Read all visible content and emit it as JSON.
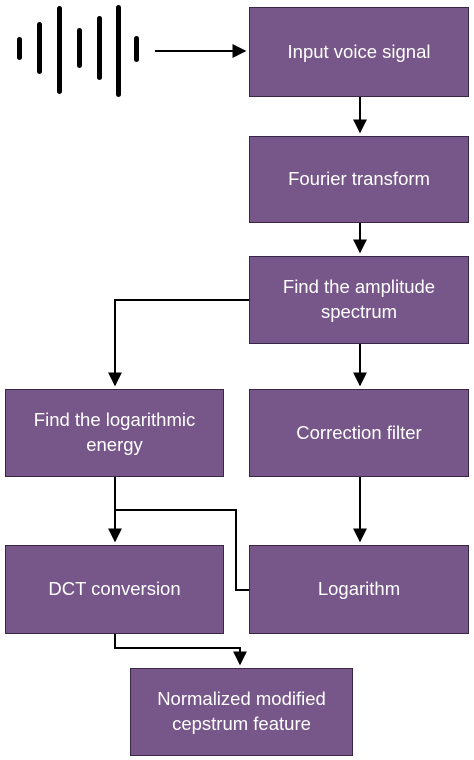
{
  "diagram": {
    "nodes": {
      "input": "Input voice signal",
      "fourier": "Fourier transform",
      "amplitude": "Find the amplitude spectrum",
      "log_energy": "Find the logarithmic energy",
      "correction": "Correction filter",
      "logarithm": "Logarithm",
      "dct": "DCT conversion",
      "normalized": "Normalized modified cepstrum feature"
    },
    "edges": [
      {
        "from": "voice-wave-icon",
        "to": "input"
      },
      {
        "from": "input",
        "to": "fourier"
      },
      {
        "from": "fourier",
        "to": "amplitude"
      },
      {
        "from": "amplitude",
        "to": "log_energy"
      },
      {
        "from": "amplitude",
        "to": "correction"
      },
      {
        "from": "correction",
        "to": "logarithm"
      },
      {
        "from": "log_energy",
        "to": "dct"
      },
      {
        "from": "logarithm",
        "to": "dct"
      },
      {
        "from": "dct",
        "to": "normalized"
      }
    ],
    "colors": {
      "node_fill": "#775789",
      "node_border": "#3a2747",
      "node_text": "#ffffff",
      "edge": "#000000"
    },
    "icons": {
      "voice": "sound-wave-icon"
    }
  }
}
